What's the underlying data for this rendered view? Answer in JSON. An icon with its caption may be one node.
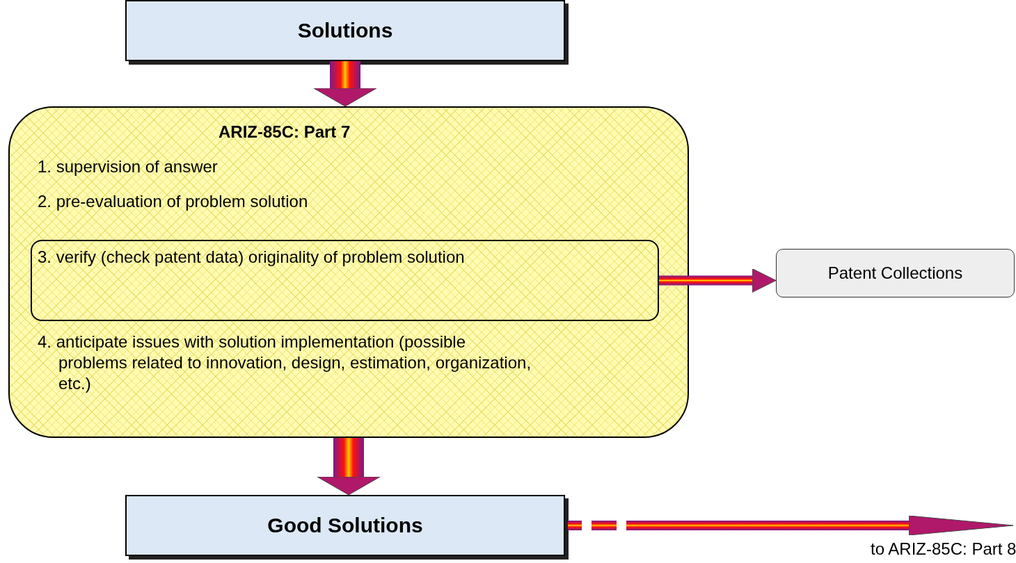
{
  "diagram": {
    "nodes": [
      {
        "text": [
          "Solutions"
        ]
      },
      {
        "text": [
          "ARIZ-85C: Part 7",
          "1. supervision of answer",
          "2. pre-evaluation of problem solution",
          "4. anticipate issues with solution implementation (possible problems related to innovation, design, estimation, organization, etc.)"
        ]
      },
      {
        "text": [
          "3. verify (check patent data) originality of problem solution"
        ],
        "in": 1
      },
      {
        "text": [
          "Patent Collections"
        ]
      },
      {
        "text": [
          "Good Solutions"
        ]
      }
    ],
    "edges": [
      {
        "from": 0,
        "to": 1,
        "arrow": "to",
        "style": "thick"
      },
      {
        "from": 2,
        "to": 3,
        "arrow": "to",
        "style": "thick"
      },
      {
        "from": 1,
        "to": 4,
        "arrow": "to",
        "style": "thick"
      },
      {
        "from": 4,
        "to": null,
        "arrow": "to",
        "style": "dashed",
        "label": "to ARIZ-85C: Part 8"
      }
    ]
  }
}
